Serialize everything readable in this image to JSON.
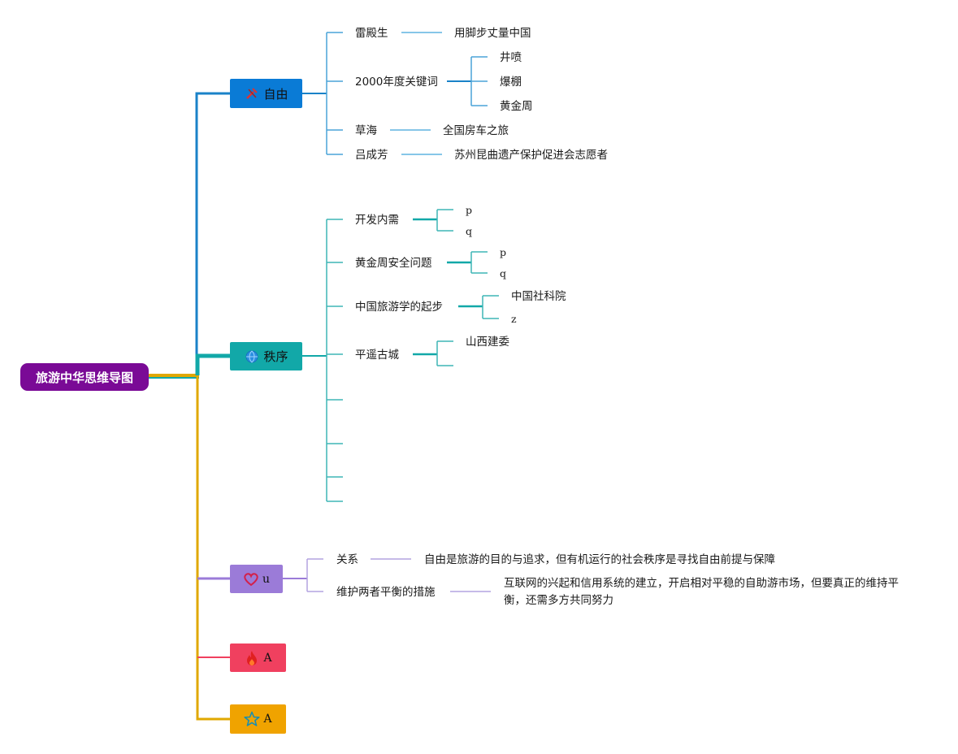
{
  "root": {
    "label": "旅游中华思维导图"
  },
  "colors": {
    "root": "#7a0a96",
    "freedom": "#0a7bd6",
    "order": "#12a8a8",
    "love": "#9b7bd8",
    "fire": "#f0405f",
    "star": "#f0a300"
  },
  "branches": {
    "freedom": {
      "label": "自由",
      "icon": "tools-icon",
      "children": [
        {
          "label": "雷殿生",
          "children": [
            "用脚步丈量中国"
          ]
        },
        {
          "label": "2000年度关键词",
          "children": [
            "井喷",
            "爆棚",
            "黄金周"
          ]
        },
        {
          "label": "草海",
          "children": [
            "全国房车之旅"
          ]
        },
        {
          "label": "吕成芳",
          "children": [
            "苏州昆曲遗产保护促进会志愿者"
          ]
        }
      ]
    },
    "order": {
      "label": "秩序",
      "icon": "globe-icon",
      "children": [
        {
          "label": "开发内需",
          "children": [
            "p",
            "q"
          ]
        },
        {
          "label": "黄金周安全问题",
          "children": [
            "p",
            "q"
          ]
        },
        {
          "label": "中国旅游学的起步",
          "children": [
            "中国社科院",
            "z"
          ]
        },
        {
          "label": "平遥古城",
          "children": [
            "山西建委",
            ""
          ]
        }
      ]
    },
    "love": {
      "label": "u",
      "icon": "heart-icon",
      "children": [
        {
          "label": "关系",
          "children": [
            "自由是旅游的目的与追求，但有机运行的社会秩序是寻找自由前提与保障"
          ]
        },
        {
          "label": "维护两者平衡的措施",
          "children": [
            "互联网的兴起和信用系统的建立，开启相对平稳的自助游市场，但要真正的维持平衡，还需多方共同努力"
          ]
        }
      ]
    },
    "fire": {
      "label": "A",
      "icon": "fire-icon"
    },
    "star": {
      "label": "A",
      "icon": "star-icon"
    }
  }
}
